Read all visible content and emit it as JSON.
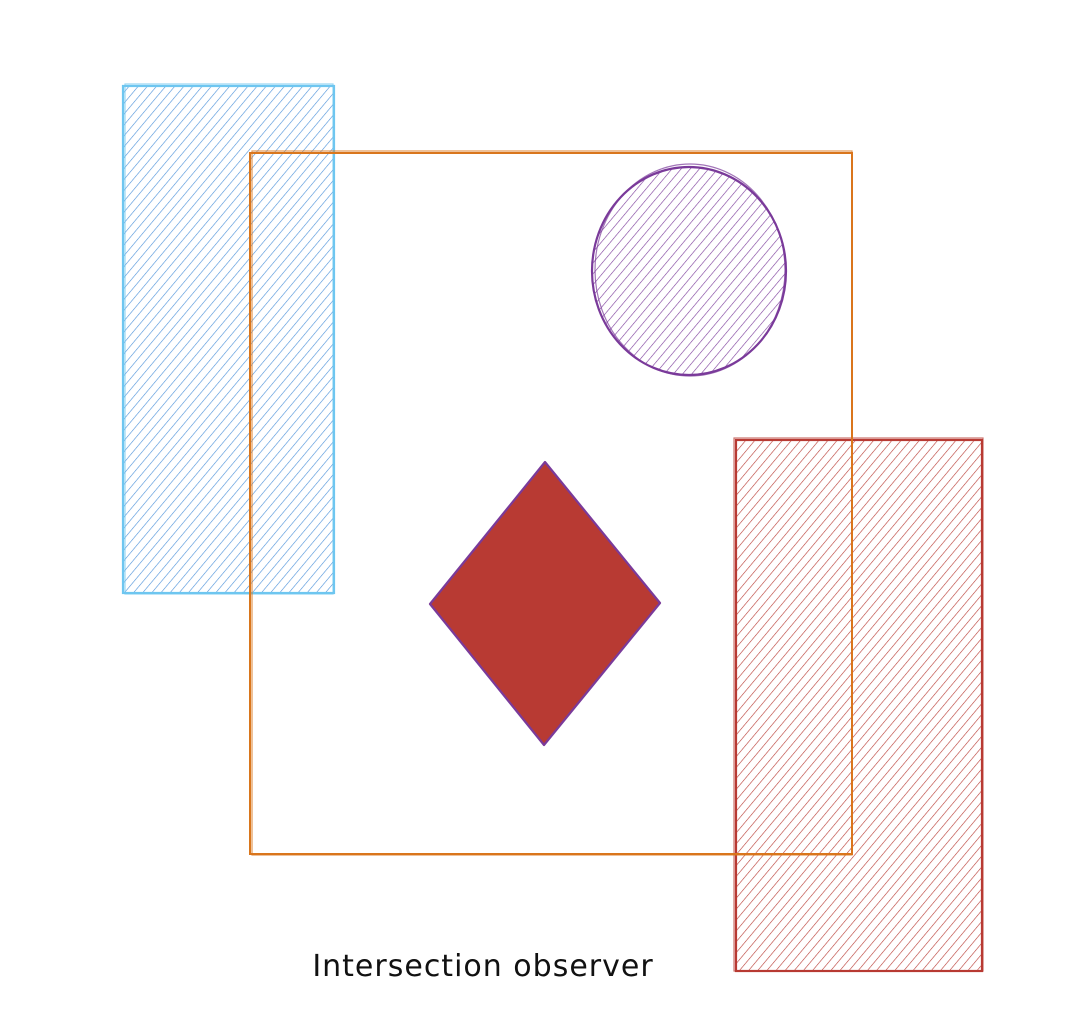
{
  "diagram": {
    "caption": "Intersection observer",
    "colors": {
      "background": "#ffffff",
      "viewport_frame": "#d9761c",
      "blue_box": "#4a90d9",
      "blue_box_outline": "#6ec6f0",
      "circle": "#7a3a9a",
      "diamond_fill": "#b83a33",
      "diamond_outline": "#7a3a9a",
      "red_box": "#b83a33",
      "caption_text": "#111111"
    },
    "shapes": [
      {
        "id": "viewport-frame",
        "kind": "rectangle",
        "style": "outline"
      },
      {
        "id": "blue-target-box",
        "kind": "rectangle",
        "style": "hatched",
        "relation": "partially-intersecting"
      },
      {
        "id": "purple-circle",
        "kind": "circle",
        "style": "hatched",
        "relation": "fully-inside"
      },
      {
        "id": "red-diamond",
        "kind": "diamond",
        "style": "solid",
        "relation": "fully-inside"
      },
      {
        "id": "red-target-box",
        "kind": "rectangle",
        "style": "hatched",
        "relation": "partially-intersecting"
      }
    ]
  }
}
